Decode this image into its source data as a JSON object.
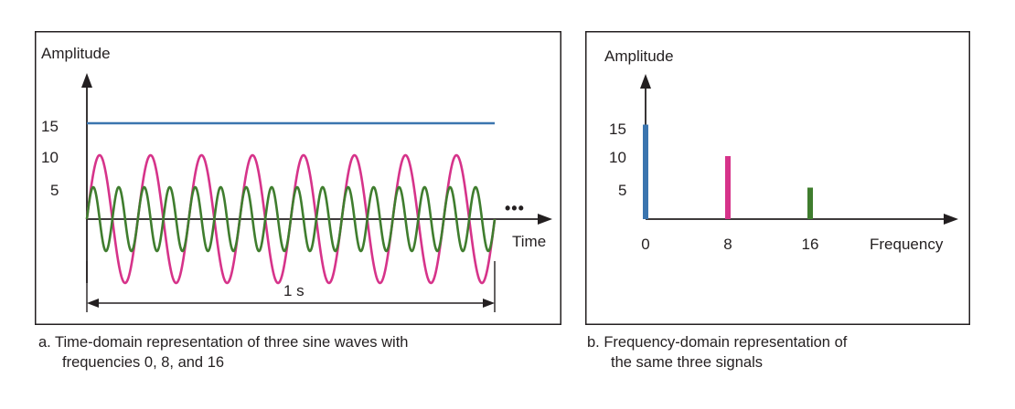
{
  "panel_a": {
    "caption_line1": "a. Time-domain representation of three sine waves with",
    "caption_line2": "frequencies 0, 8, and 16"
  },
  "panel_b": {
    "caption_line1": "b. Frequency-domain representation of",
    "caption_line2": "the same three signals"
  },
  "colors": {
    "blue": "#3b75af",
    "magenta": "#d6338a",
    "green": "#3f7d2e",
    "axis": "#231f20"
  },
  "chart_data": [
    {
      "type": "line",
      "ylabel": "Amplitude",
      "xlabel": "Time",
      "yticks": [
        "15",
        "10",
        "5"
      ],
      "ytick_values": [
        15,
        10,
        5
      ],
      "duration_label": "1 s",
      "continuation": "•••",
      "x": [
        0,
        1
      ],
      "series": [
        {
          "frequency": 0,
          "amplitude": 15,
          "color": "#3b75af"
        },
        {
          "frequency": 8,
          "amplitude": 10,
          "color": "#d6338a"
        },
        {
          "frequency": 16,
          "amplitude": 5,
          "color": "#3f7d2e"
        }
      ]
    },
    {
      "type": "bar",
      "ylabel": "Amplitude",
      "xlabel": "Frequency",
      "yticks": [
        "15",
        "10",
        "5"
      ],
      "ytick_values": [
        15,
        10,
        5
      ],
      "categories": [
        "0",
        "8",
        "16"
      ],
      "x": [
        0,
        8,
        16
      ],
      "values": [
        15,
        10,
        5
      ],
      "colors": [
        "#3b75af",
        "#d6338a",
        "#3f7d2e"
      ]
    }
  ]
}
